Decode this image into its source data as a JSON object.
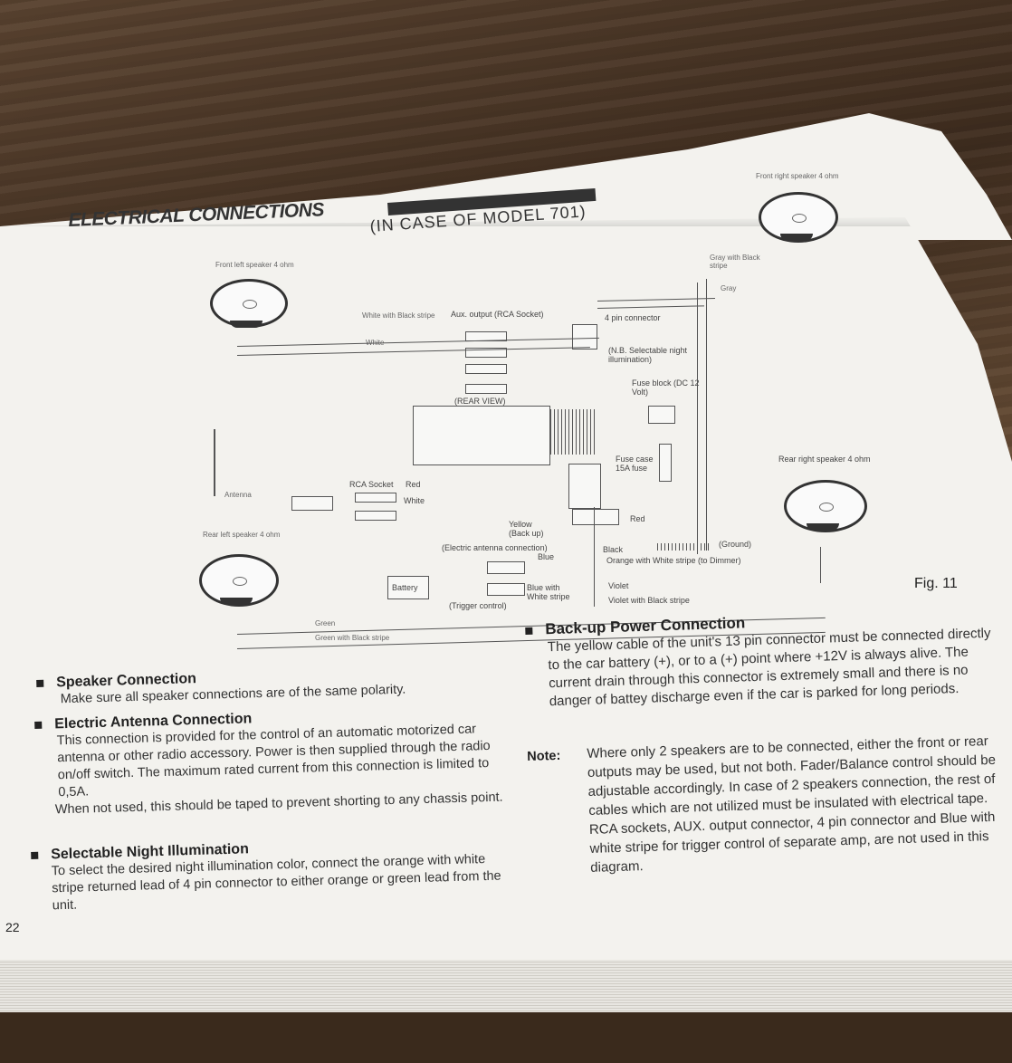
{
  "header": {
    "title": "ELECTRICAL CONNECTIONS",
    "subtitle": "(IN CASE OF MODEL 701)"
  },
  "diagram": {
    "front_left_speaker": "Front left speaker 4 ohm",
    "front_right_speaker": "Front right speaker 4 ohm",
    "rear_left_speaker": "Rear left speaker 4 ohm",
    "rear_right_speaker": "Rear right speaker 4 ohm",
    "white_black_stripe": "White with Black stripe",
    "white": "White",
    "aux_output": "Aux. output (RCA Socket)",
    "four_pin": "4 pin connector",
    "nb_selectable": "(N.B. Selectable night illumination)",
    "fuse_block": "Fuse block (DC 12 Volt)",
    "rear_view": "(REAR VIEW)",
    "gray_black_stripe": "Gray with Black stripe",
    "gray": "Gray",
    "fuse_case": "Fuse case 15A fuse",
    "antenna": "Antenna",
    "rca_socket": "RCA Socket",
    "red": "Red",
    "white2": "White",
    "yellow": "Yellow (Back up)",
    "electric_antenna": "(Electric antenna connection)",
    "blue": "Blue",
    "battery": "Battery",
    "blue_white": "Blue with White stripe",
    "trigger": "(Trigger control)",
    "black": "Black",
    "ground": "(Ground)",
    "orange_white": "Orange with White stripe (to Dimmer)",
    "violet": "Violet",
    "violet_black": "Violet with Black stripe",
    "green": "Green",
    "green_black": "Green with Black stripe",
    "red2": "Red",
    "fig": "Fig. 11"
  },
  "sections": {
    "speaker": {
      "head": "Speaker Connection",
      "body": "Make sure all speaker connections are of the same polarity."
    },
    "antenna": {
      "head": "Electric Antenna Connection",
      "body": "This connection is provided for the control of an automatic motorized car antenna or other radio accessory. Power is then supplied through the radio on/off switch. The maximum rated current from this connection is limited to 0,5A.",
      "body2": "When not used, this should be taped to prevent shorting to any chassis point."
    },
    "night": {
      "head": "Selectable Night Illumination",
      "body": "To select the desired night illumination color, connect the orange with white stripe returned lead of 4 pin connector to either orange or green lead from the unit."
    },
    "backup": {
      "head": "Back-up Power Connection",
      "body": "The yellow cable of the unit's 13 pin connector must be connected directly to the car battery (+), or to a (+) point where +12V is always alive. The current drain through this connector is extremely small and there is no danger of battey discharge even if the car is parked for long periods."
    },
    "note": {
      "label": "Note:",
      "body": "Where only 2 speakers are to be connected, either the front or rear outputs may be used, but not both. Fader/Balance control should be adjustable accordingly. In case of 2 speakers connection, the rest of cables which are not utilized must be insulated with electrical tape.",
      "body2": "RCA sockets, AUX. output connector, 4 pin connector and Blue with white stripe for trigger control of separate amp, are not used in this diagram."
    }
  },
  "page_number": "22"
}
